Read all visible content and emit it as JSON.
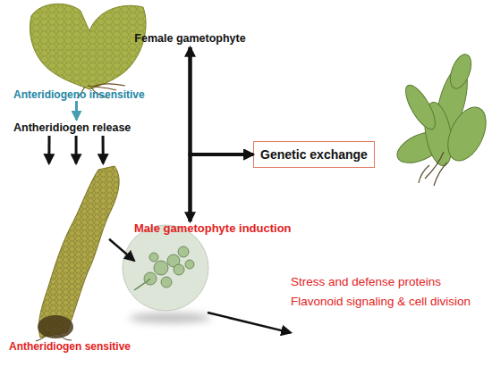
{
  "diagram": {
    "nodes": [
      {
        "text": [
          "Anteridiogeno insensitive"
        ]
      },
      {
        "text": [
          "Antheridiogen release"
        ]
      },
      {
        "text": [
          "Antheridiogen sensitive"
        ]
      },
      {
        "text": [
          "Female gametophyte"
        ]
      },
      {
        "text": [
          "Male gametophyte induction"
        ]
      },
      {
        "text": [
          "Genetic exchange"
        ]
      },
      {
        "text": [
          "Stress and defense proteins",
          "Flavonoid signaling & cell division"
        ]
      }
    ],
    "edges": [
      {
        "from": 0,
        "to": 1,
        "arrow": "to"
      },
      {
        "from": 1,
        "to": 2,
        "arrow": "to"
      },
      {
        "from": 3,
        "to": 4,
        "arrow": "both"
      },
      {
        "from": 3,
        "to": 5,
        "arrow": "to"
      },
      {
        "from": 4,
        "to": 5,
        "arrow": "to"
      },
      {
        "from": 2,
        "to": 4,
        "arrow": "to"
      },
      {
        "from": 4,
        "to": 6,
        "arrow": "to"
      }
    ]
  }
}
